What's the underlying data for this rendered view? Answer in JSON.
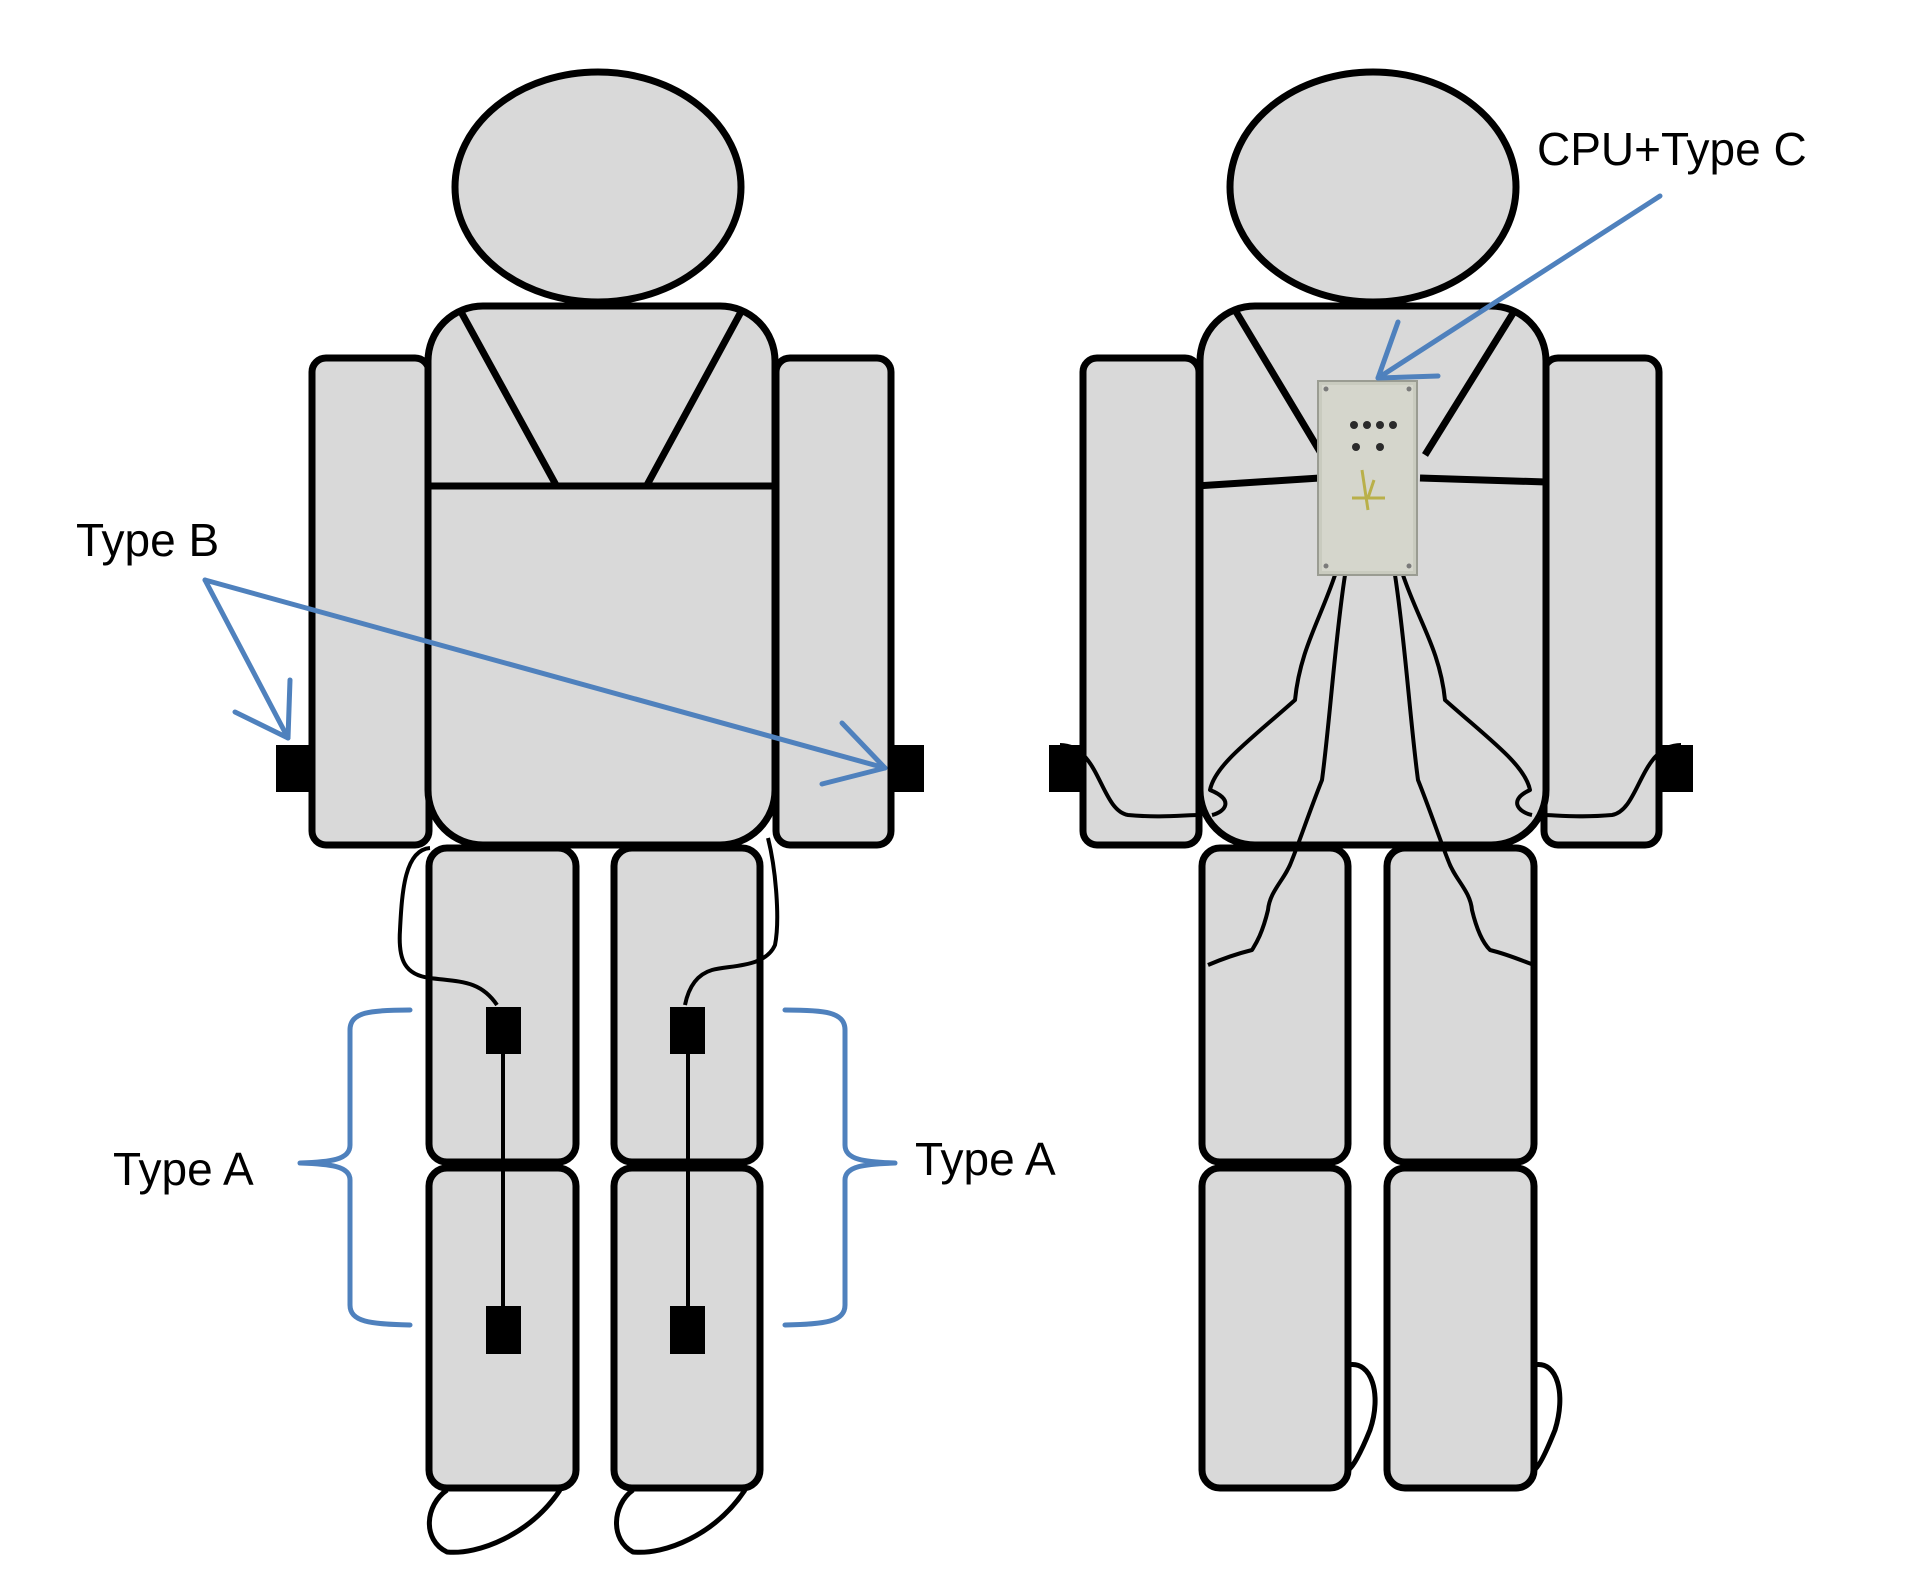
{
  "colors": {
    "body_fill": "#d9d9d9",
    "outline": "#000000",
    "annotation": "#4f81bd",
    "board_fill": "#c9cbbf"
  },
  "labels": {
    "type_b": "Type B",
    "type_a_left": "Type A",
    "type_a_right": "Type A",
    "cpu_type_c": "CPU+Type C"
  }
}
